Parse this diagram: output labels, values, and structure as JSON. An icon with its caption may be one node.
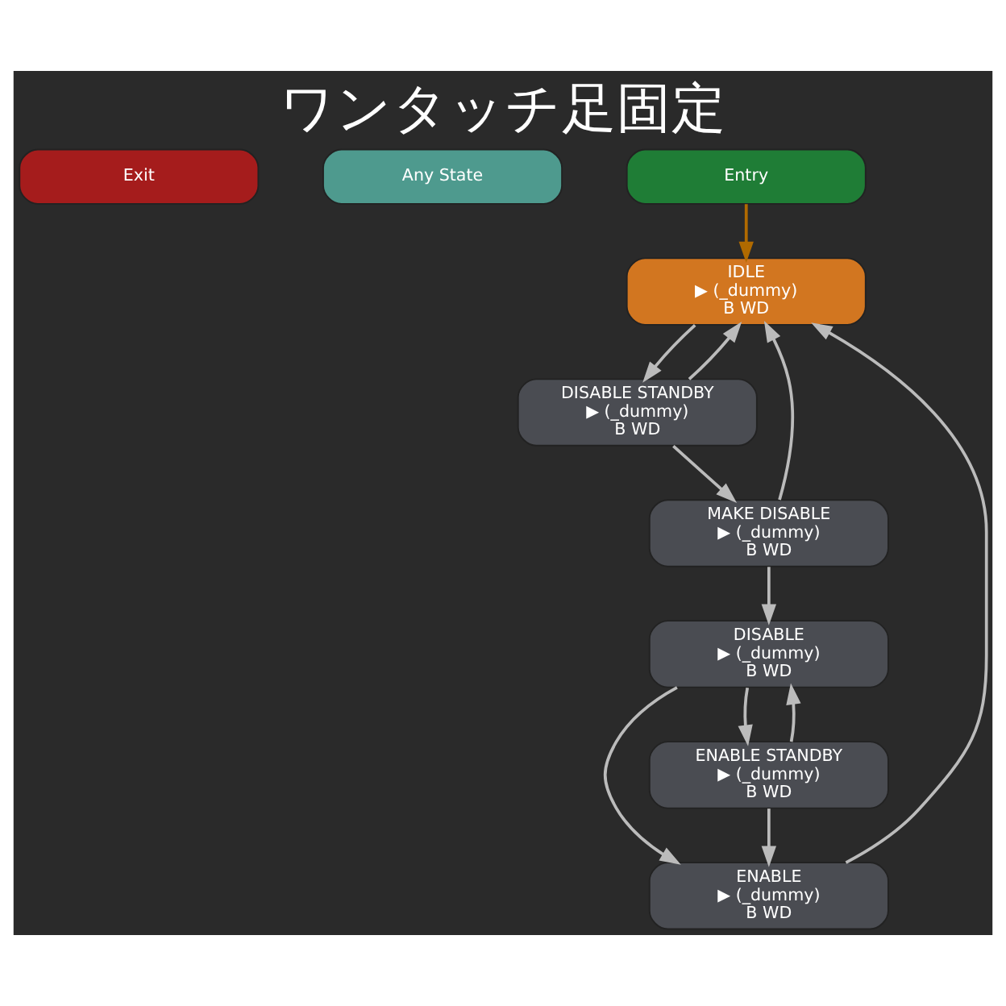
{
  "diagram": {
    "title": "ワンタッチ足固定",
    "nodes": [
      {
        "text": [
          "Exit"
        ]
      },
      {
        "text": [
          "Any State"
        ]
      },
      {
        "text": [
          "Entry"
        ]
      },
      {
        "text": [
          "IDLE",
          "▶ (_dummy)",
          "B WD"
        ]
      },
      {
        "text": [
          "DISABLE STANDBY",
          "▶ (_dummy)",
          "B WD"
        ]
      },
      {
        "text": [
          "MAKE DISABLE",
          "▶ (_dummy)",
          "B WD"
        ]
      },
      {
        "text": [
          "DISABLE",
          "▶ (_dummy)",
          "B WD"
        ]
      },
      {
        "text": [
          "ENABLE",
          "▶ (_dummy)",
          "B WD"
        ]
      },
      {
        "text": [
          "ENABLE STANDBY",
          "▶ (_dummy)",
          "B WD"
        ]
      }
    ],
    "edges": [
      {
        "from": 2,
        "to": 3,
        "arrow": "to",
        "color": "#b06a00"
      },
      {
        "from": 3,
        "to": 4,
        "arrow": "to"
      },
      {
        "from": 4,
        "to": 3,
        "arrow": "to"
      },
      {
        "from": 4,
        "to": 5,
        "arrow": "to"
      },
      {
        "from": 5,
        "to": 3,
        "arrow": "to"
      },
      {
        "from": 5,
        "to": 6,
        "arrow": "to"
      },
      {
        "from": 6,
        "to": 7,
        "arrow": "to"
      },
      {
        "from": 6,
        "to": 8,
        "arrow": "to"
      },
      {
        "from": 8,
        "to": 6,
        "arrow": "to"
      },
      {
        "from": 8,
        "to": 7,
        "arrow": "to"
      },
      {
        "from": 7,
        "to": 3,
        "arrow": "to"
      }
    ]
  }
}
